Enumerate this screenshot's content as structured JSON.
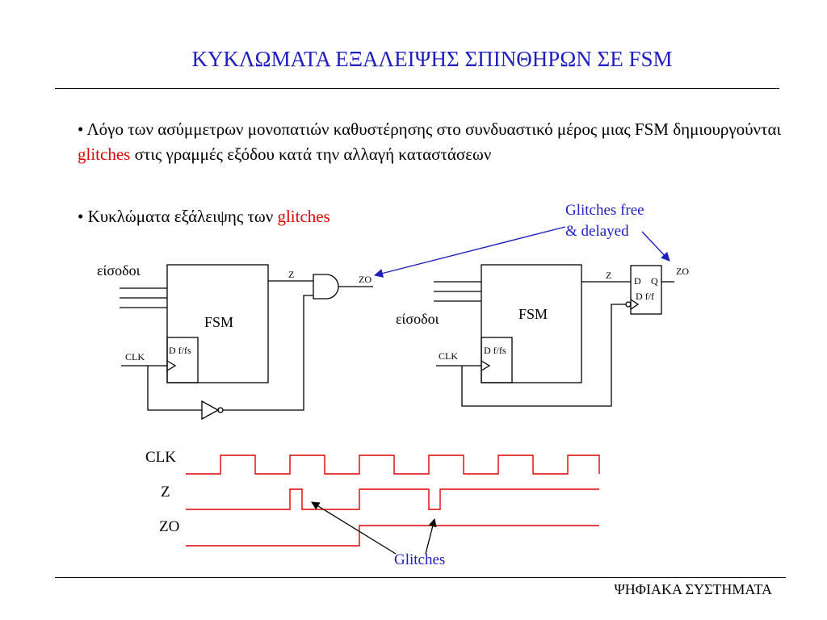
{
  "title": "ΚΥΚΛΩΜΑΤΑ ΕΞΑΛΕΙΨΗΣ ΣΠΙΝΘΗΡΩΝ ΣΕ FSM",
  "bullets": [
    {
      "marker": "•",
      "text_before": "Λόγο των ασύμμετρων μονοπατιών καθυστέρησης στο συνδυαστικό μέρος μιας FSM δημιουργούνται ",
      "highlight": "glitches",
      "text_after": " στις γραμμές εξόδου κατά την αλλαγή καταστάσεων"
    },
    {
      "marker": "•",
      "text_before": "Κυκλώματα εξάλειψης των ",
      "highlight": "glitches",
      "text_after": ""
    }
  ],
  "annotation_glitches_free": [
    "Glitches free",
    "& delayed"
  ],
  "left_circuit": {
    "inputs_label": "είσοδοι",
    "fsm_label": "FSM",
    "ff_label": "D f/fs",
    "clk_label": "CLK",
    "z_label": "Z",
    "zo_label": "ZO"
  },
  "right_circuit": {
    "inputs_label": "είσοδοι",
    "fsm_label": "FSM",
    "ff_label": "D f/fs",
    "clk_label": "CLK",
    "z_label": "Z",
    "zo_label": "ZO",
    "dff_d": "D",
    "dff_q": "Q",
    "dff_name": "D f/f"
  },
  "waveforms": {
    "clk_label": "CLK",
    "z_label": "Z",
    "zo_label": "ZO",
    "glitches_label": "Glitches"
  },
  "footer": "ΨΗΦΙΑΚΑ ΣΥΣΤΗΜΑΤΑ",
  "colors": {
    "title": "#2020c0",
    "highlight": "#e00000",
    "annotation": "#2020c0",
    "waveform": "#e00000"
  }
}
